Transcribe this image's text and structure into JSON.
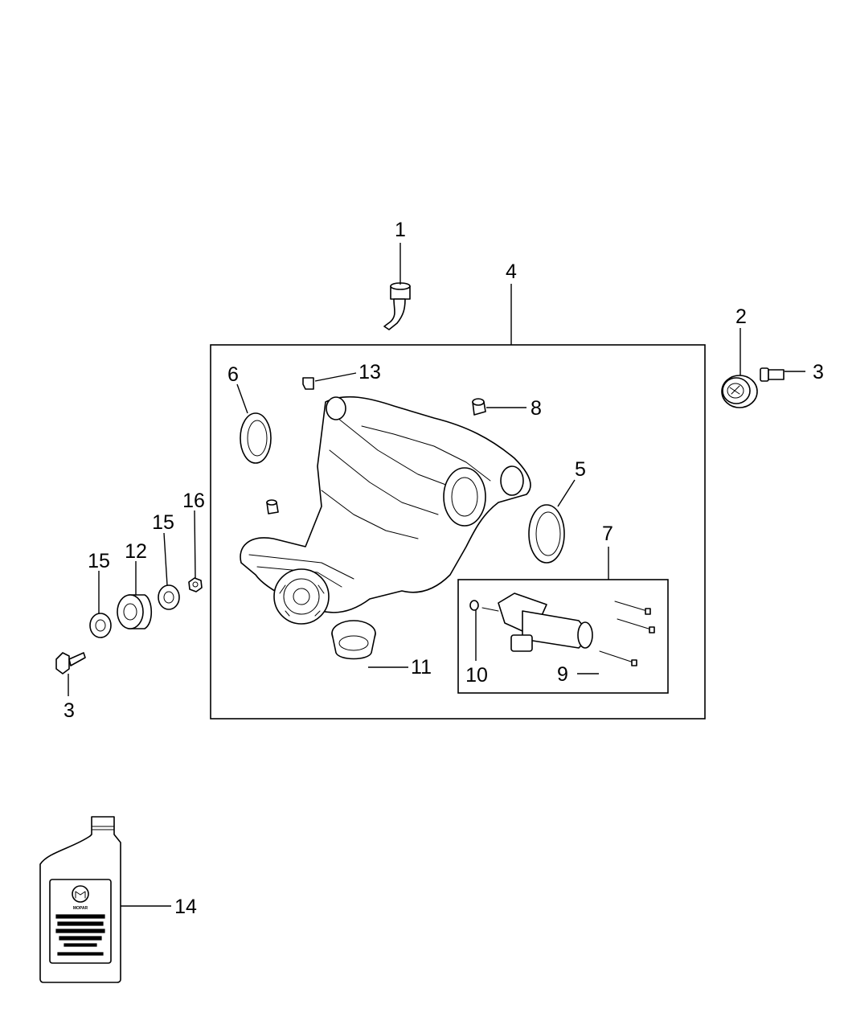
{
  "callouts": {
    "c1": "1",
    "c2": "2",
    "c3a": "3",
    "c3b": "3",
    "c4": "4",
    "c5": "5",
    "c6": "6",
    "c7": "7",
    "c8": "8",
    "c9": "9",
    "c10": "10",
    "c11": "11",
    "c12": "12",
    "c13": "13",
    "c14": "14",
    "c15a": "15",
    "c15b": "15",
    "c16": "16"
  },
  "bottle_label": {
    "brand": "MOPAR"
  },
  "colors": {
    "line": "#000000",
    "background": "#ffffff"
  }
}
